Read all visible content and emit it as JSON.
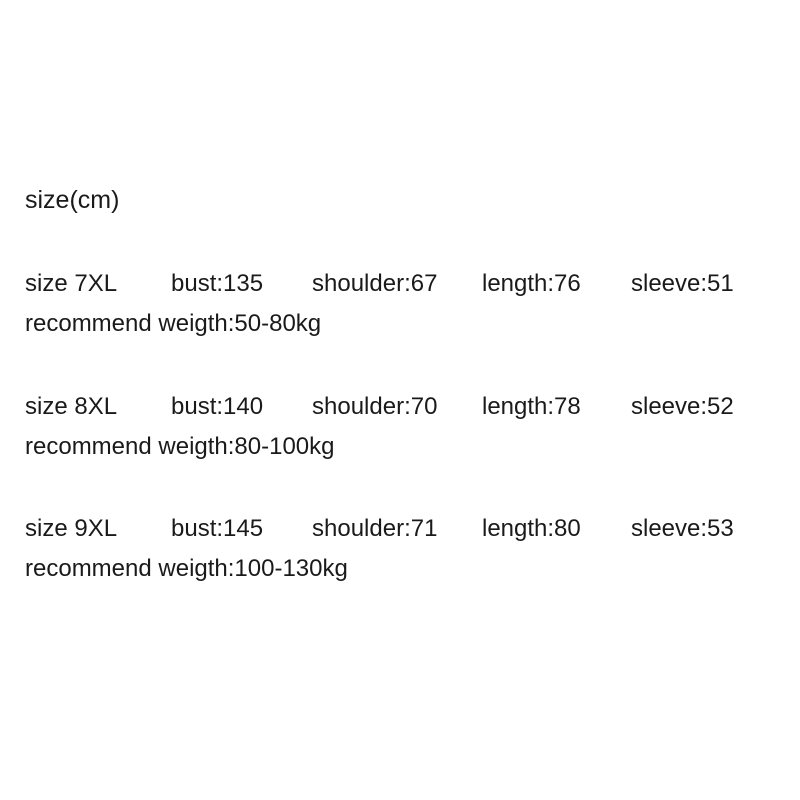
{
  "page": {
    "background_color": "#ffffff",
    "text_color": "#1a1a1a"
  },
  "size_chart": {
    "title": "size(cm)",
    "unit": "cm",
    "columns": [
      "size",
      "bust",
      "shoulder",
      "length",
      "sleeve"
    ],
    "rows": [
      {
        "size": "size 7XL",
        "bust": "bust:135",
        "shoulder": "shoulder:67",
        "length": "length:76",
        "sleeve": "sleeve:51",
        "recommend": "recommend weigth:50-80kg"
      },
      {
        "size": "size 8XL",
        "bust": "bust:140",
        "shoulder": "shoulder:70",
        "length": "length:78",
        "sleeve": "sleeve:52",
        "recommend": "recommend weigth:80-100kg"
      },
      {
        "size": "size 9XL",
        "bust": "bust:145",
        "shoulder": "shoulder:71",
        "length": "length:80",
        "sleeve": "sleeve:53",
        "recommend": "recommend weigth:100-130kg"
      }
    ]
  }
}
